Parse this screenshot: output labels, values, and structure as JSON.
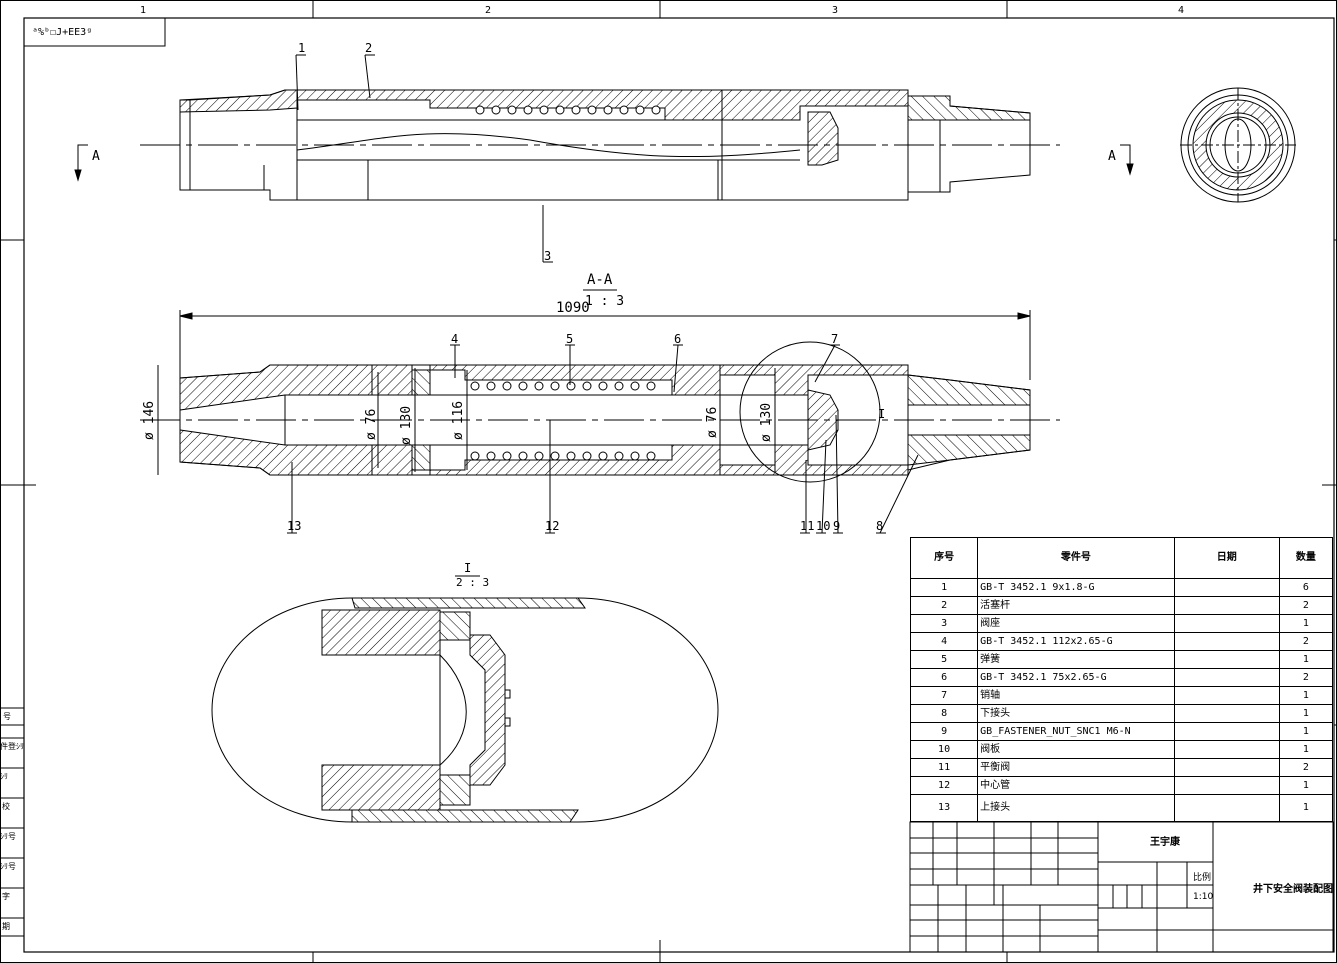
{
  "title_stamp": "ᵃ%ᵇ☐J+EE3ᵍ",
  "frame_columns": [
    "1",
    "2",
    "3",
    "4"
  ],
  "section_marker": "A",
  "section_title": "A-A",
  "section_scale": "1 : 3",
  "overall_length": "1090",
  "detail_title": "I",
  "detail_scale": "2 : 3",
  "dimensions": {
    "d146": "ø 146",
    "d76_left": "ø 76",
    "d130_left": "ø 130",
    "d116": "ø 116",
    "d76_right": "ø 76",
    "d130_right": "ø 130"
  },
  "balloons_top": [
    "1",
    "2",
    "3"
  ],
  "balloons_section": [
    "4",
    "5",
    "6",
    "7",
    "8",
    "9",
    "10",
    "11",
    "12",
    "13"
  ],
  "bom": {
    "headers": {
      "no": "序号",
      "part": "零件号",
      "date": "日期",
      "qty": "数量"
    },
    "rows": [
      {
        "no": "1",
        "part": "GB-T 3452.1 9x1.8-G",
        "qty": "6"
      },
      {
        "no": "2",
        "part": "活塞杆",
        "qty": "2"
      },
      {
        "no": "3",
        "part": "阀座",
        "qty": "1"
      },
      {
        "no": "4",
        "part": "GB-T 3452.1 112x2.65-G",
        "qty": "2"
      },
      {
        "no": "5",
        "part": "弹簧",
        "qty": "1"
      },
      {
        "no": "6",
        "part": "GB-T 3452.1 75x2.65-G",
        "qty": "2"
      },
      {
        "no": "7",
        "part": "销轴",
        "qty": "1"
      },
      {
        "no": "8",
        "part": "下接头",
        "qty": "1"
      },
      {
        "no": "9",
        "part": "GB_FASTENER_NUT_SNC1 M6-N",
        "qty": "1"
      },
      {
        "no": "10",
        "part": "阀板",
        "qty": "1"
      },
      {
        "no": "11",
        "part": "平衡阀",
        "qty": "2"
      },
      {
        "no": "12",
        "part": "中心管",
        "qty": "1"
      },
      {
        "no": "13",
        "part": "上接头",
        "qty": "1"
      }
    ]
  },
  "title_block": {
    "designer": "王宇康",
    "scale_label": "比例",
    "scale_value": "1:10",
    "drawing_name": "井下安全阀装配图"
  },
  "side_labels": [
    "号",
    "件登ｼﾘ",
    "ｼﾘ",
    "校",
    "ｼﾘ号",
    "ｼﾘ号",
    "字",
    "期"
  ]
}
